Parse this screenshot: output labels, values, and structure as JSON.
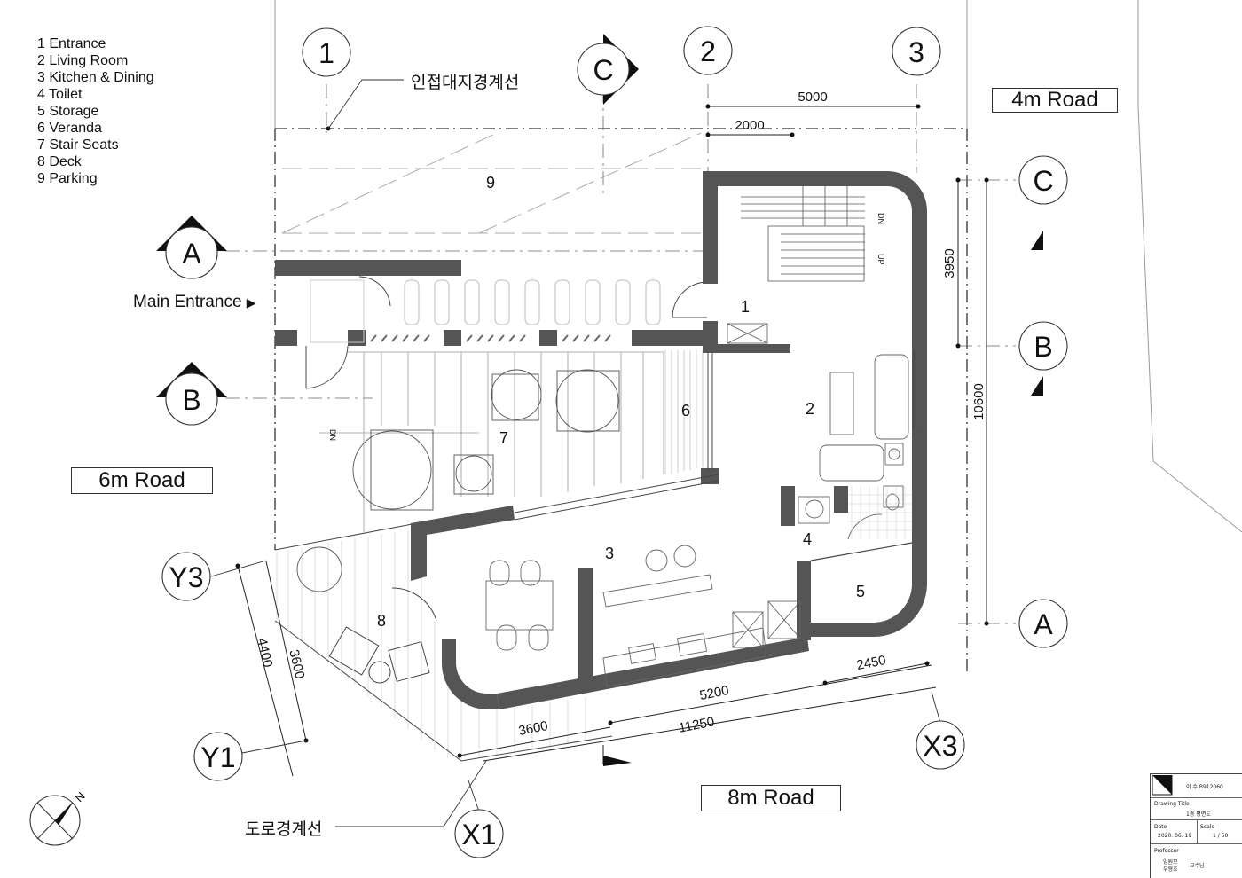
{
  "legend": [
    "1 Entrance",
    "2 Living Room",
    "3 Kitchen & Dining",
    "4 Toilet",
    "5 Storage",
    "6 Veranda",
    "7 Stair Seats",
    "8 Deck",
    "9 Parking"
  ],
  "roads": {
    "road_4m": "4m Road",
    "road_6m": "6m Road",
    "road_8m": "8m Road"
  },
  "main_entrance": "Main Entrance",
  "main_entrance_arrow": "▶",
  "boundary_labels": {
    "neighbor_boundary": "인접대지경계선",
    "road_boundary": "도로경계선"
  },
  "grid_bubbles": {
    "g1": "1",
    "g2": "2",
    "g3": "3",
    "gC": "C",
    "gB": "B",
    "gA": "A",
    "gX1": "X1",
    "gX3": "X3",
    "gY1": "Y1",
    "gY3": "Y3"
  },
  "section_marks": {
    "A": "A",
    "B": "B",
    "C": "C"
  },
  "room_numbers": {
    "r1": "1",
    "r2": "2",
    "r3": "3",
    "r4": "4",
    "r5": "5",
    "r6": "6",
    "r7": "7",
    "r8": "8",
    "r9": "9"
  },
  "dimensions": {
    "d5000": "5000",
    "d2000": "2000",
    "d3950": "3950",
    "d10600": "10600",
    "d2450": "2450",
    "d5200": "5200",
    "d3600_bottom": "3600",
    "d11250": "11250",
    "d4400": "4400",
    "d3600_left": "3600"
  },
  "stair_labels": {
    "dn": "DN",
    "up": "UP",
    "dn_seats": "DN"
  },
  "north": "N",
  "title_block": {
    "student": "이 수 B912060",
    "drawing_title_label": "Drawing Title",
    "drawing_title": "1층 평면도",
    "date_label": "Date",
    "date": "2020. 06. 19",
    "scale_label": "Scale",
    "scale": "1 / 50",
    "professor_label": "Professor",
    "professor_1": "양원모",
    "professor_2": "우형호",
    "professor_suffix": "교수님"
  }
}
